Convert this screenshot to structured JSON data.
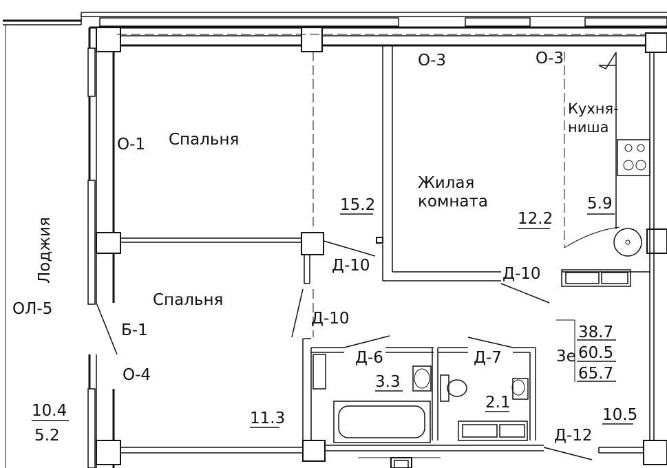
{
  "rooms": {
    "bedroom_top": {
      "name": "Спальня",
      "window": "О-1",
      "area": "15.2"
    },
    "bedroom_bottom": {
      "name": "Спальня",
      "area": "11.3"
    },
    "living": {
      "name_line1": "Жилая",
      "name_line2": "комната",
      "area": "12.2"
    },
    "kitchen": {
      "name_line1": "Кухня-",
      "name_line2": "ниша",
      "area": "5.9"
    },
    "bath": {
      "area": "3.3"
    },
    "wc": {
      "area": "2.1"
    },
    "hall": {
      "area": "10.5"
    },
    "loggia": {
      "name": "Лоджия",
      "window": "ОЛ-5",
      "area_top": "10.4",
      "area_bottom": "5.2"
    }
  },
  "windows": {
    "living_left": "О-3",
    "living_right": "О-3",
    "balcony_door": "Б-1",
    "bedroom_bottom": "О-4"
  },
  "doors": {
    "bedroom_top": "Д-10",
    "living": "Д-10",
    "bedroom_bottom": "Д-10",
    "bath": "Д-6",
    "wc": "Д-7",
    "entrance": "Д-12"
  },
  "summary": {
    "prefix": "3е",
    "living_area": "38.7",
    "total_area": "60.5",
    "total_with_loggia": "65.7"
  }
}
